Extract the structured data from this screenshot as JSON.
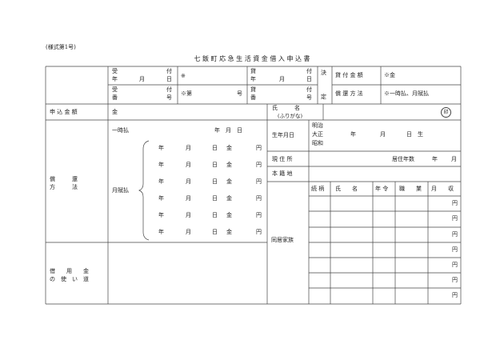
{
  "form_number": "(様式第1号)",
  "title": "七 飯 町 応 急 生 活 資 金 借 入 申 込 書",
  "admin": {
    "uketsuke_date": {
      "l1": "受",
      "r1": "付",
      "l2": "年",
      "m2": "月",
      "r2": "日"
    },
    "uketsuke_no": {
      "l1": "受",
      "r1": "付",
      "l2": "番",
      "r2": "号"
    },
    "mark1": "※",
    "mark2": "※第",
    "go": "号",
    "kashitsuke_date": {
      "l1": "貸",
      "r1": "付",
      "l2": "年",
      "m2": "月",
      "r2": "日"
    },
    "kashitsuke_no": {
      "l1": "貸",
      "r1": "付",
      "l2": "番",
      "r2": "号"
    },
    "kettei_top": "決",
    "kettei_bottom": "定",
    "kashitsuke_kingaku_label": "貸 付 金 額",
    "kashitsuke_kingaku_value": "※金",
    "shokan_houhou_label": "償 還 方 法",
    "shokan_houhou_value": "※一時払、月賦払"
  },
  "applicant": {
    "amount_label": "申 込 金 額",
    "amount_value": "金",
    "name_label": "氏　　　名",
    "furigana": "(ふりがな)",
    "seal": "印",
    "birth_label": "生年月日",
    "eras": [
      "明治",
      "大正",
      "昭和"
    ],
    "birth_units": {
      "y": "年",
      "m": "月",
      "d": "日",
      "sei": "生"
    },
    "current_address_label": "現 住 所",
    "years_of_residence": "居住年数",
    "years_unit": "年",
    "months_unit": "月",
    "honseki_label": "本 籍 地"
  },
  "repayment": {
    "label_top": "償　　　還",
    "label_bottom": "方　　　法",
    "lump_label": "一時払",
    "lump_date": "年　月　日",
    "monthly_label": "月賦払",
    "installment_rows": [
      {
        "y": "年",
        "m": "月",
        "d": "日",
        "kin": "金",
        "yen": "円"
      },
      {
        "y": "年",
        "m": "月",
        "d": "日",
        "kin": "金",
        "yen": "円"
      },
      {
        "y": "年",
        "m": "月",
        "d": "日",
        "kin": "金",
        "yen": "円"
      },
      {
        "y": "年",
        "m": "月",
        "d": "日",
        "kin": "金",
        "yen": "円"
      },
      {
        "y": "年",
        "m": "月",
        "d": "日",
        "kin": "金",
        "yen": "円"
      },
      {
        "y": "年",
        "m": "月",
        "d": "日",
        "kin": "金",
        "yen": "円"
      }
    ]
  },
  "usage": {
    "label_top": "借　　用　　金",
    "label_bottom": "の　使　い　道"
  },
  "family": {
    "label": "同居家族",
    "headers": [
      "続 柄",
      "氏　　名",
      "年 令",
      "職　　業",
      "月　　収"
    ],
    "yen": "円",
    "row_count": 7
  }
}
